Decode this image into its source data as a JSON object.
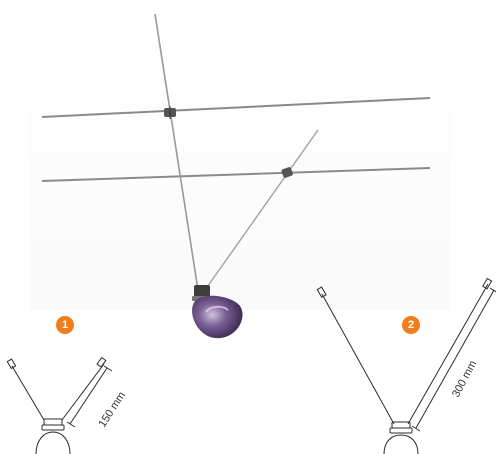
{
  "colors": {
    "badge": "#f07d1e",
    "cable": "#8a8a8a",
    "line_drawing": "#2b2b2b",
    "lamp_glass": "#6a4f82"
  },
  "figure": {
    "product": "low-voltage cable system spotlight on two tension wires",
    "variant_1": {
      "badge": "1",
      "length_label": "150 mm"
    },
    "variant_2": {
      "badge": "2",
      "length_label": "300 mm"
    }
  }
}
